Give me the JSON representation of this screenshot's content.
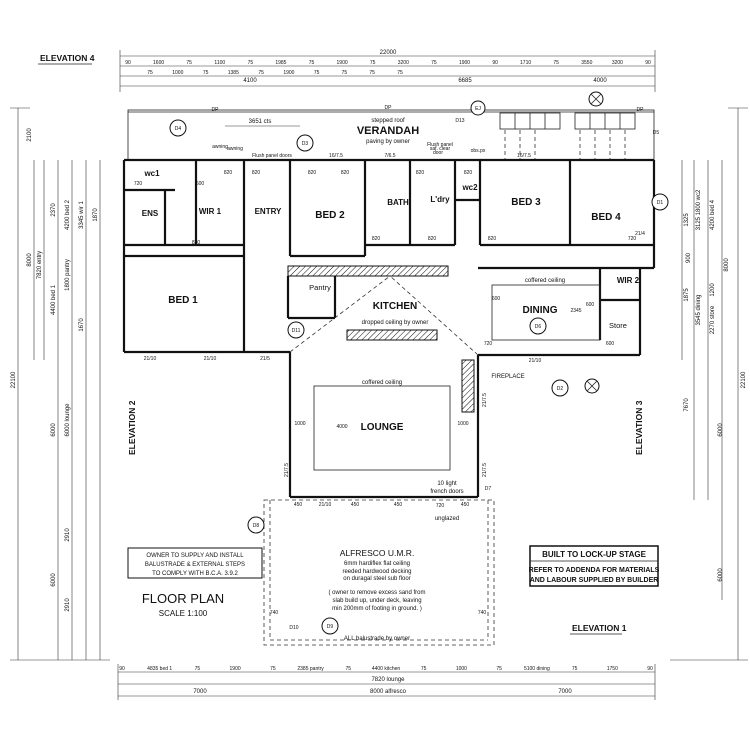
{
  "elevations": {
    "e1": "ELEVATION 1",
    "e2": "ELEVATION 2",
    "e3": "ELEVATION 3",
    "e4": "ELEVATION 4"
  },
  "dims": {
    "top_total": "22000",
    "top_row1": [
      "90",
      "1600",
      "75",
      "1100",
      "75",
      "1985",
      "75",
      "1900",
      "75",
      "3200",
      "75",
      "1900",
      "90",
      "1710",
      "75",
      "3550",
      "3200",
      "90"
    ],
    "top_row2": [
      "4100",
      "6685",
      "4000"
    ],
    "top_row2b": [
      "75",
      "1000",
      "75",
      "1385",
      "75",
      "1900",
      "75",
      "75",
      "75",
      "75"
    ],
    "verandah_depth": "3651 cts",
    "left_total": "22100",
    "right_total": "22100",
    "left_labels": [
      "8000",
      "7820 entry",
      "4400 bed 1",
      "1800 pantry",
      "1670",
      "6000",
      "6000 lounge",
      "2910",
      "2910",
      "6000",
      "4200 bed 2",
      "3345 wir 1",
      "1870",
      "2370",
      "2100"
    ],
    "right_labels": [
      "8000",
      "4200 bed 4",
      "3125 1800 wc2",
      "1325",
      "1875",
      "3545 dining",
      "2270 store",
      "1200",
      "7670",
      "6000",
      "6000",
      "900"
    ],
    "bottom_row1": [
      "90",
      "4835 bed 1",
      "75",
      "1900",
      "75",
      "2385 pantry",
      "75",
      "4400 kitchen",
      "75",
      "1000",
      "75",
      "5100 dining",
      "75",
      "1750",
      "90"
    ],
    "bottom_row2": [
      "7820 lounge"
    ],
    "bottom_row3": [
      "7000",
      "8000 alfresco",
      "7000"
    ]
  },
  "rooms": {
    "verandah": "VERANDAH",
    "verandah_note": "paving by owner",
    "stepped_roof": "stepped roof",
    "bed1": "BED 1",
    "bed2": "BED 2",
    "bed3": "BED 3",
    "bed4": "BED 4",
    "entry": "ENTRY",
    "ens": "ENS",
    "wir1": "WIR 1",
    "wir2": "WIR 2",
    "wc1": "wc1",
    "wc2": "wc2",
    "bath": "BATH",
    "ldry": "L'dry",
    "kitchen": "KITCHEN",
    "kitchen_note": "dropped ceiling by owner",
    "pantry": "Pantry",
    "dining": "DINING",
    "dining_note": "coffered ceiling",
    "store": "Store",
    "lounge": "LOUNGE",
    "lounge_note": "coffered ceiling",
    "fireplace": "FIREPLACE",
    "alfresco": "ALFRESCO U.M.R.",
    "alfresco_note1": "6mm hardiflex flat ceiling",
    "alfresco_note2": "reeded hardwood decking",
    "alfresco_note3": "on duragal steel sub floor",
    "alfresco_note4": "( owner to remove excess sand from",
    "alfresco_note5": "slab build up, under deck, leaving",
    "alfresco_note6": "min 200mm of footing in ground. )",
    "balustrade": "ALL balustrade by owner",
    "french_doors1": "10 light",
    "french_doors2": "french doors",
    "unglazed": "unglazed"
  },
  "doors": [
    "820",
    "820",
    "820",
    "820",
    "820",
    "820",
    "820",
    "820",
    "820",
    "820",
    "720",
    "720",
    "720",
    "600",
    "600",
    "600",
    "600",
    "740",
    "740",
    "1000",
    "1000",
    "4000",
    "2345",
    "720"
  ],
  "window_tags": [
    "D4",
    "D3",
    "D13",
    "EJ",
    "D5",
    "D1",
    "D11",
    "D6",
    "D2",
    "D7",
    "D8",
    "D10",
    "D9"
  ],
  "wall_dims": [
    "21/10",
    "21/10",
    "21/5",
    "21/7.5",
    "21/7.5",
    "21/7.5",
    "21/10",
    "21/10",
    "21/4",
    "16/7.5",
    "7/6.5",
    "16/7.5",
    "450",
    "450",
    "450",
    "450"
  ],
  "notes": {
    "owner_note1": "OWNER TO SUPPLY AND INSTALL",
    "owner_note2": "BALUSTRADE & EXTERNAL STEPS",
    "owner_note3": "TO COMPLY WITH B.C.A. 3.9.2",
    "title": "FLOOR PLAN",
    "scale": "SCALE 1:100",
    "stage": "BUILT TO LOCK-UP STAGE",
    "addenda1": "REFER TO ADDENDA FOR MATERIALS",
    "addenda2": "AND LABOUR SUPPLIED BY BUILDER",
    "flush_doors": "Flush panel doors",
    "flush_door": "Flush panel",
    "door_word": "door",
    "awning1": "awning",
    "awning2": "awning",
    "obs": "obs.px",
    "saf_clear": "saf. clear",
    "dp": "DP"
  }
}
